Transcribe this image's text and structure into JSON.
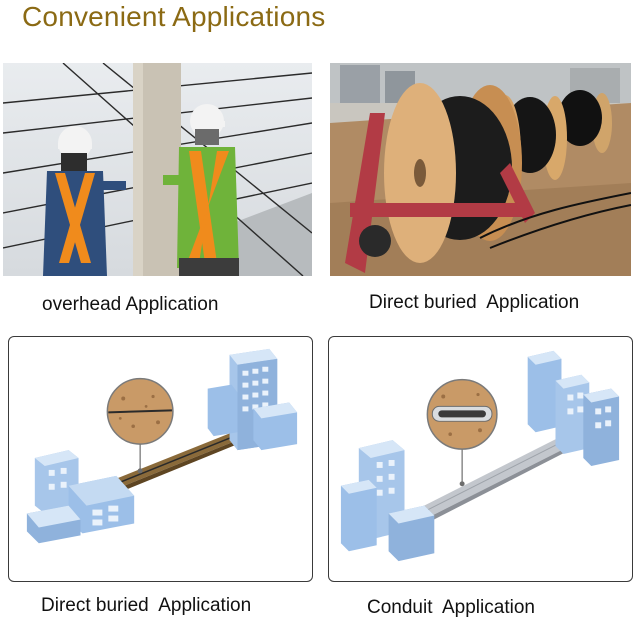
{
  "title": "Convenient Applications",
  "panels": [
    {
      "caption": "overhead Application"
    },
    {
      "caption": "Direct buried  Application"
    },
    {
      "caption": "Direct buried  Application"
    },
    {
      "caption": "Conduit  Application"
    }
  ],
  "colors": {
    "title": "#8b6a14",
    "building": "#8fb7e3",
    "soil": "#c79a66",
    "conduit": "#b9bdc4"
  }
}
